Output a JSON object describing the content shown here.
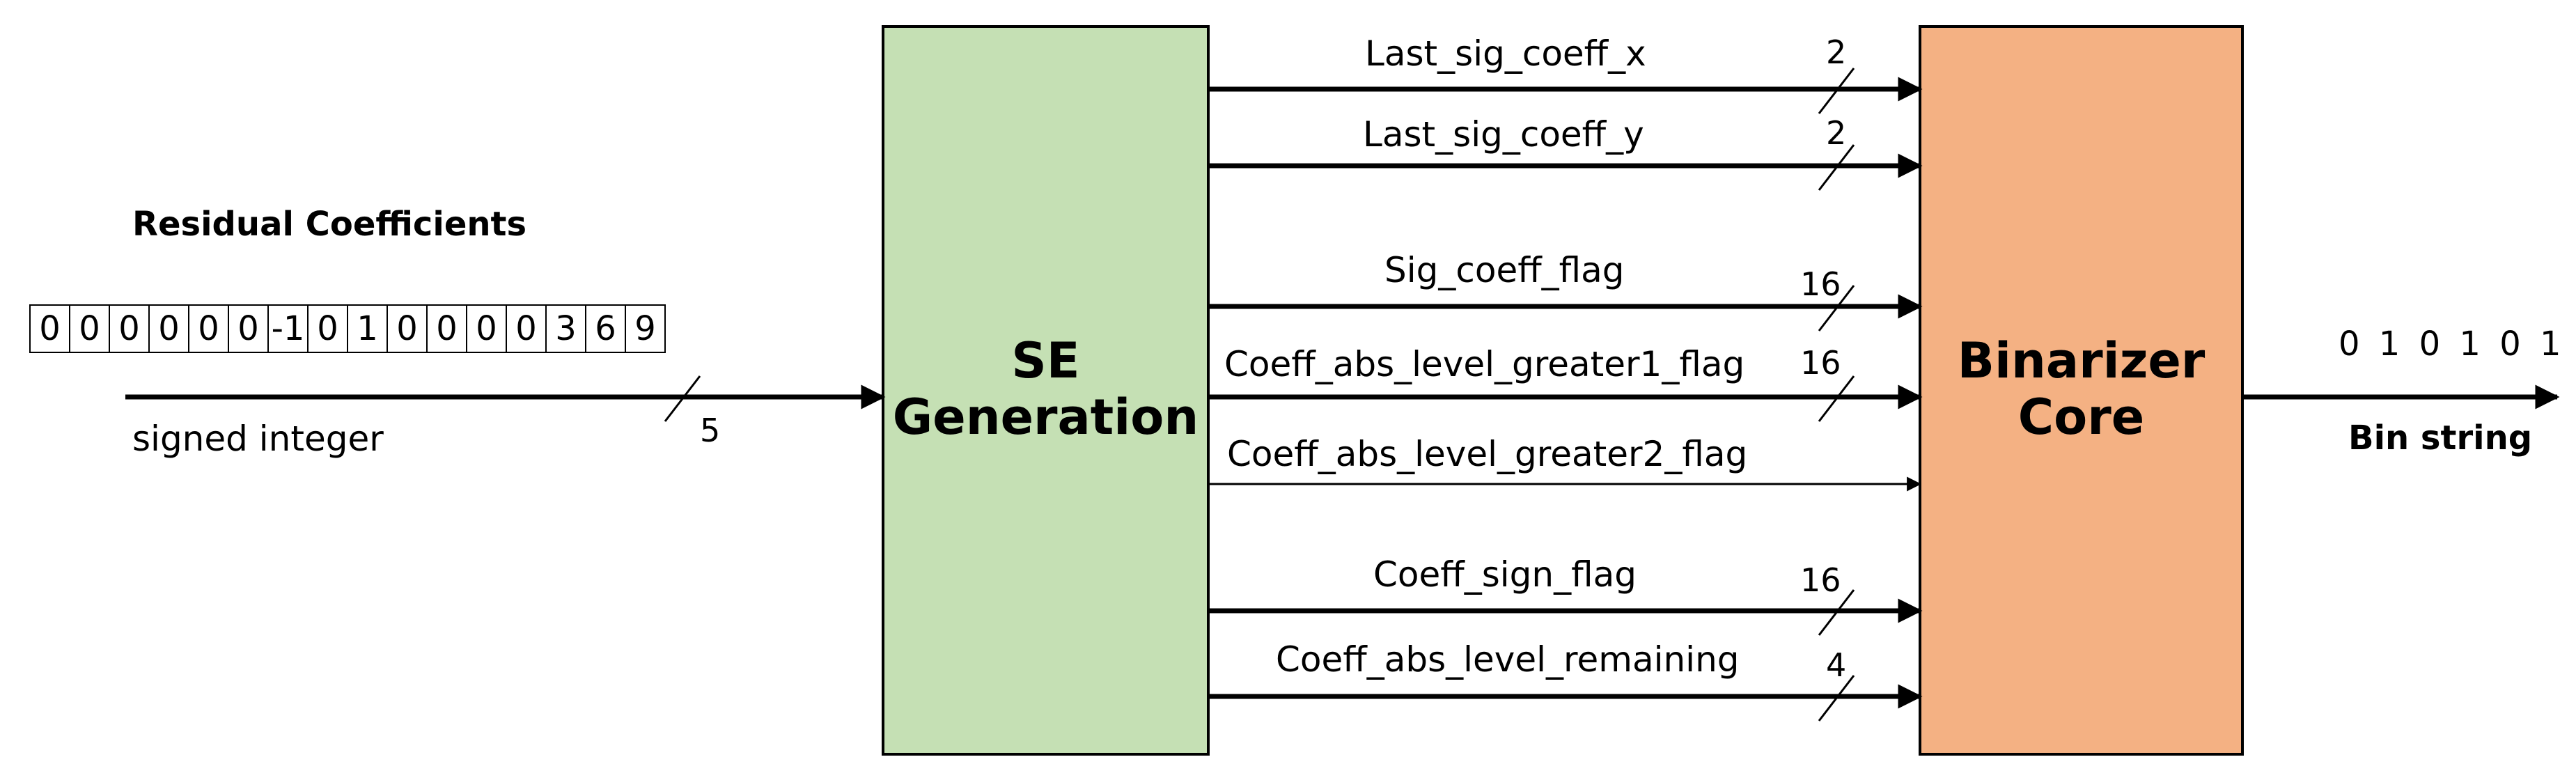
{
  "input": {
    "title": "Residual Coefficients",
    "values": [
      "0",
      "0",
      "0",
      "0",
      "0",
      "0",
      "-1",
      "0",
      "1",
      "0",
      "0",
      "0",
      "0",
      "3",
      "6",
      "9"
    ],
    "type_label": "signed integer",
    "width": "5"
  },
  "blocks": {
    "se_generation": {
      "line1": "SE",
      "line2": "Generation",
      "color": "#c5e0b4"
    },
    "binarizer_core": {
      "line1": "Binarizer",
      "line2": "Core",
      "color": "#f4b183"
    }
  },
  "signals": [
    {
      "name": "Last_sig_coeff_x",
      "width": "2"
    },
    {
      "name": "Last_sig_coeff_y",
      "width": "2"
    },
    {
      "name": "Sig_coeff_flag",
      "width": "16"
    },
    {
      "name": "Coeff_abs_level_greater1_flag",
      "width": "16"
    },
    {
      "name": "Coeff_abs_level_greater2_flag",
      "width": ""
    },
    {
      "name": "Coeff_sign_flag",
      "width": "16"
    },
    {
      "name": "Coeff_abs_level_remaining",
      "width": "4"
    }
  ],
  "output": {
    "value": "0 1 0 1 0 1",
    "label": "Bin string"
  }
}
